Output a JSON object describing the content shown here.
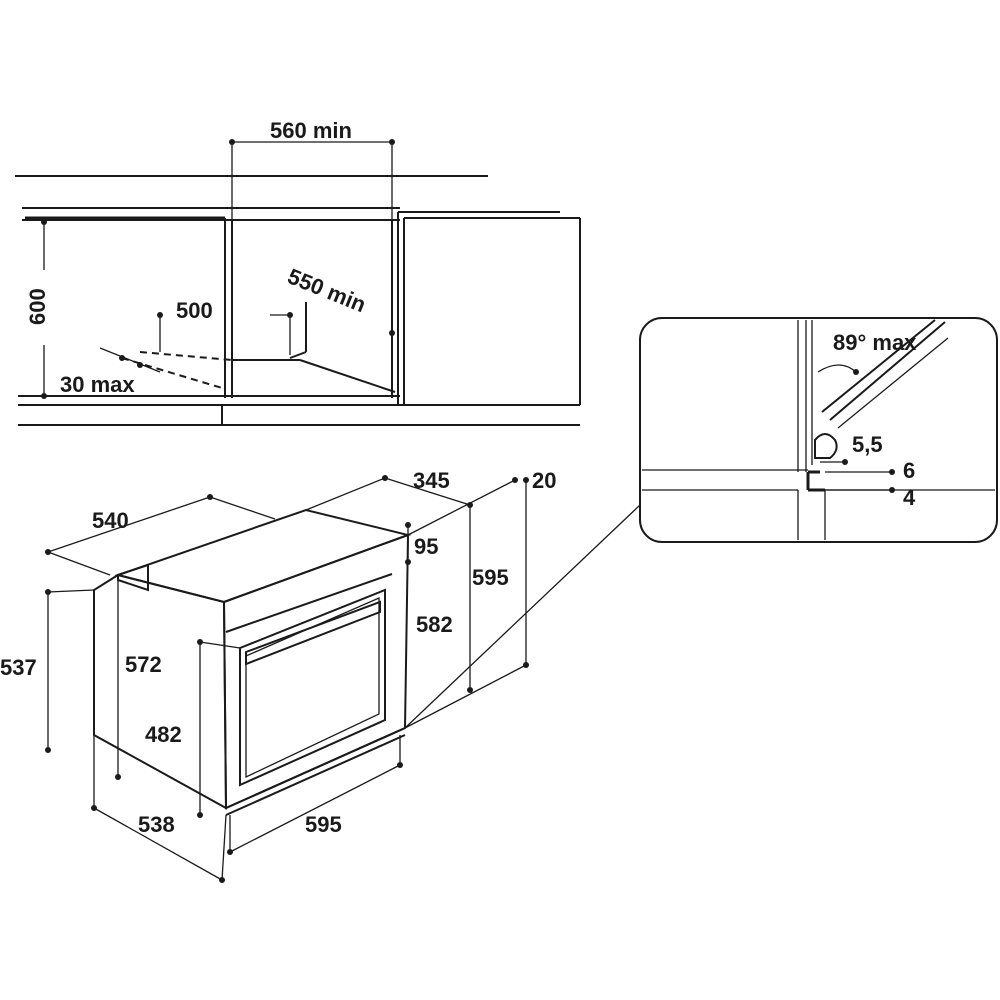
{
  "installation": {
    "width_min": "560 min",
    "depth_min": "550 min",
    "height": "600",
    "vent_opening": "500",
    "vent_gap": "30 max"
  },
  "oven_dimensions": {
    "depth_total": "540",
    "top_depth": "345",
    "door_gap": "20",
    "panel_height": "95",
    "outer_height": "595",
    "door_height": "582",
    "body_height": "537",
    "inner_height": "572",
    "window_height": "482",
    "side_depth": "538",
    "width": "595"
  },
  "detail": {
    "angle": "89° max",
    "gap_1": "5,5",
    "gap_2": "6",
    "gap_3": "4"
  }
}
